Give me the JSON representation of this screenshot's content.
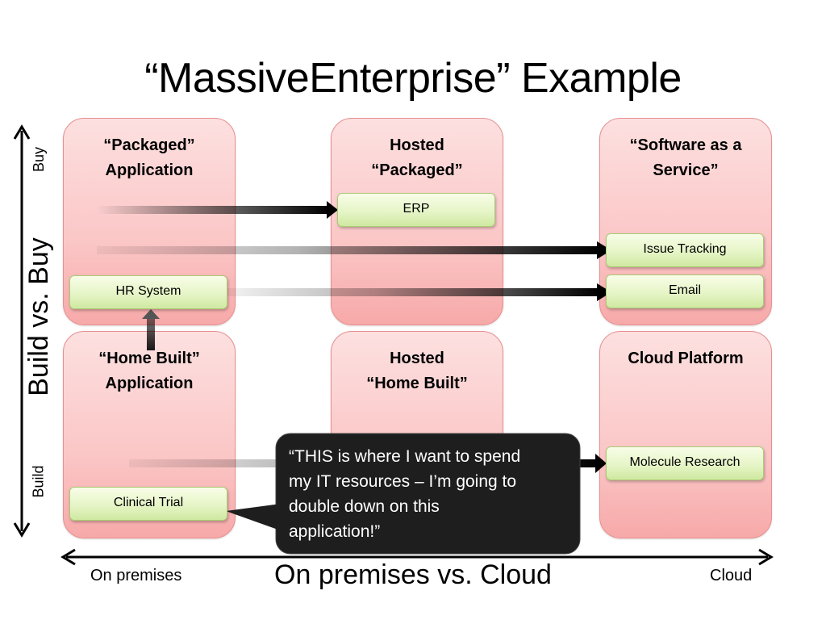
{
  "title": "“MassiveEnterprise” Example",
  "y_axis": {
    "label": "Build vs. Buy",
    "top": "Buy",
    "bottom": "Build"
  },
  "x_axis": {
    "label": "On premises vs. Cloud",
    "left": "On premises",
    "right": "Cloud"
  },
  "cells": {
    "packaged": "“Packaged”\nApplication",
    "hosted_packaged": "Hosted\n“Packaged”",
    "saas": "“Software as a\nService”",
    "home_built": "“Home Built”\nApplication",
    "hosted_home_built": "Hosted\n“Home Built”",
    "cloud_platform": "Cloud Platform"
  },
  "boxes": {
    "erp": "ERP",
    "issue_tracking": "Issue Tracking",
    "email": "Email",
    "hr_system": "HR System",
    "molecule_research": "Molecule Research",
    "clinical_trial": "Clinical Trial"
  },
  "callout": "“THIS is where I want to spend\nmy IT resources – I’m going to\ndouble down on this\napplication!”"
}
